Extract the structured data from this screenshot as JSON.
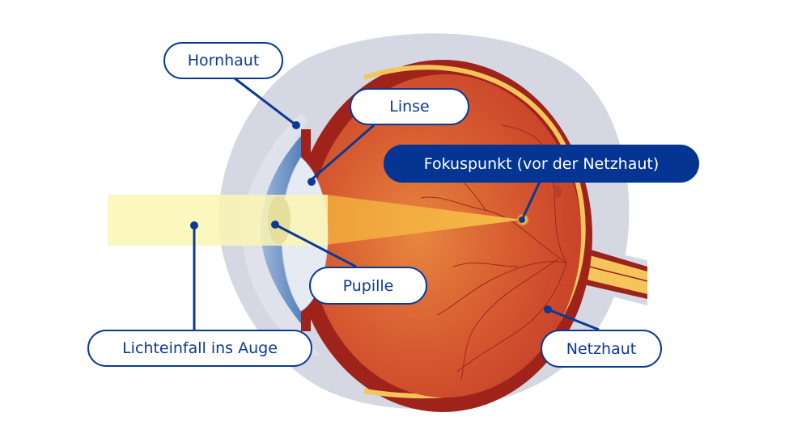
{
  "diagram": {
    "title": "Kurzsichtigkeit – Fokuspunkt vor der Netzhaut",
    "labels": {
      "cornea": "Hornhaut",
      "lens": "Linse",
      "focus": "Fokuspunkt (vor der Netzhaut)",
      "pupil": "Pupille",
      "light": "Lichteinfall ins Auge",
      "retina": "Netzhaut"
    },
    "colors": {
      "label_border": "#0b3a93",
      "label_filled": "#053593",
      "sclera_outer": "#d5d8e2",
      "eyeball": "#d5532f",
      "eyeball_dark": "#a0231b",
      "retina": "#f5c45a",
      "light_beam": "#fbf4b4",
      "focus_cone": "#f2a436",
      "cornea": "#7ea2cf",
      "lens": "#e4e9f2"
    }
  }
}
